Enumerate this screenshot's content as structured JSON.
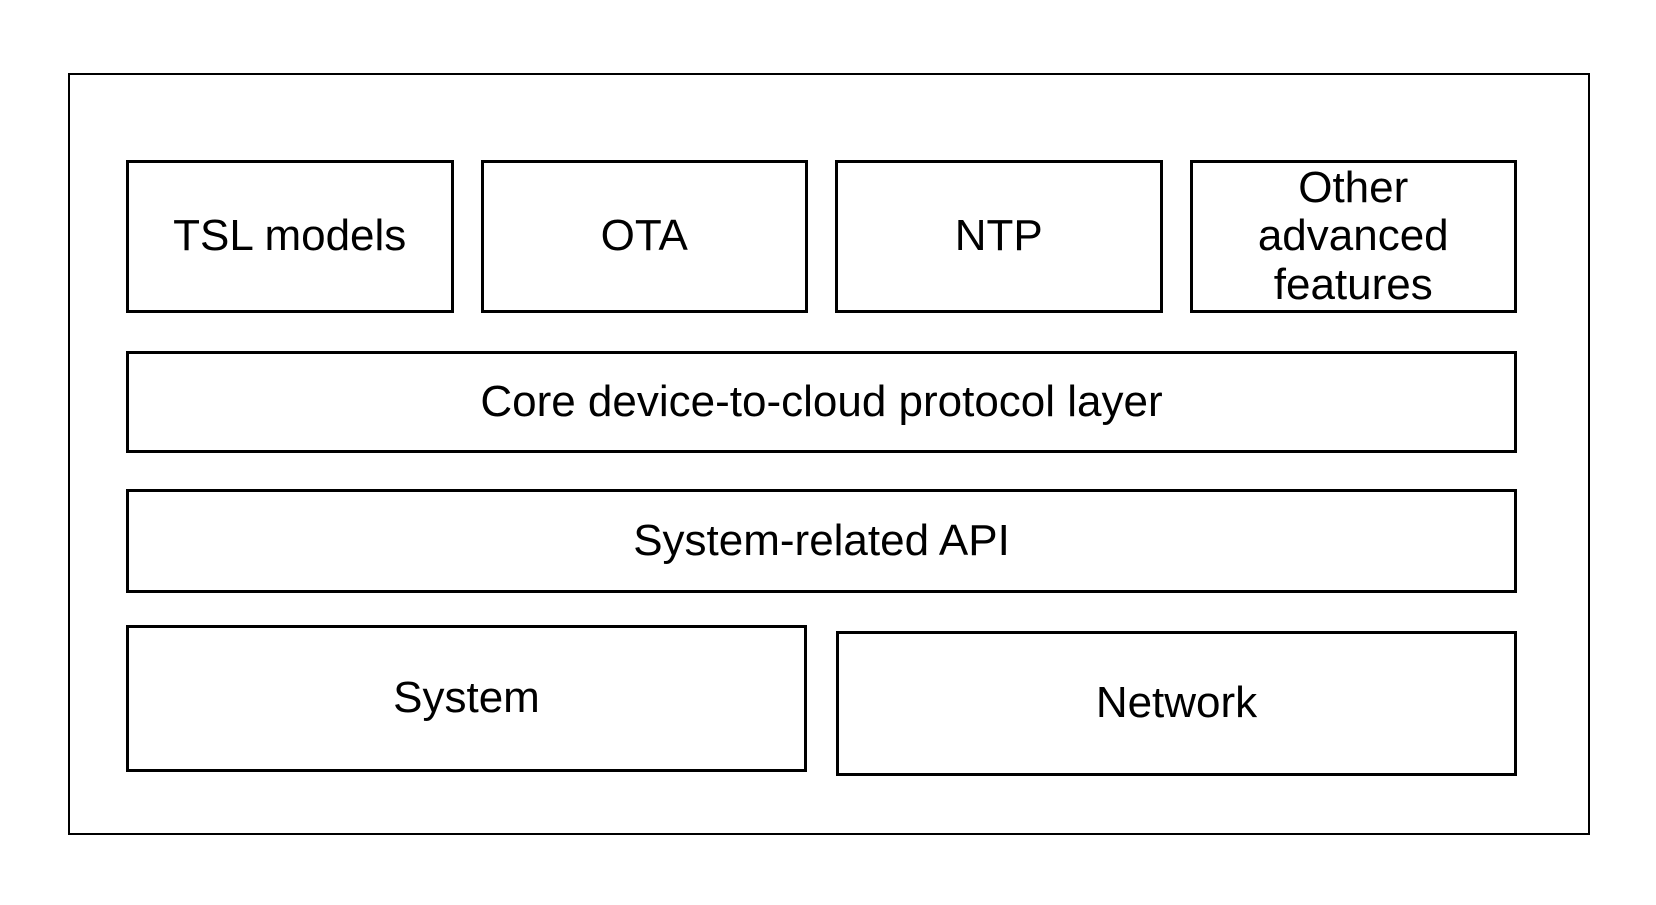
{
  "diagram": {
    "top_row": [
      {
        "id": "tsl-models",
        "label": "TSL models"
      },
      {
        "id": "ota",
        "label": "OTA"
      },
      {
        "id": "ntp",
        "label": "NTP"
      },
      {
        "id": "other-advanced-features",
        "label": "Other advanced features"
      }
    ],
    "protocol_layer": {
      "label": "Core device-to-cloud protocol layer"
    },
    "system_api_layer": {
      "label": "System-related API"
    },
    "bottom_row": [
      {
        "id": "system",
        "label": "System"
      },
      {
        "id": "network",
        "label": "Network"
      }
    ],
    "colors": {
      "border": "#000000",
      "text": "#000000",
      "background": "#ffffff"
    }
  }
}
